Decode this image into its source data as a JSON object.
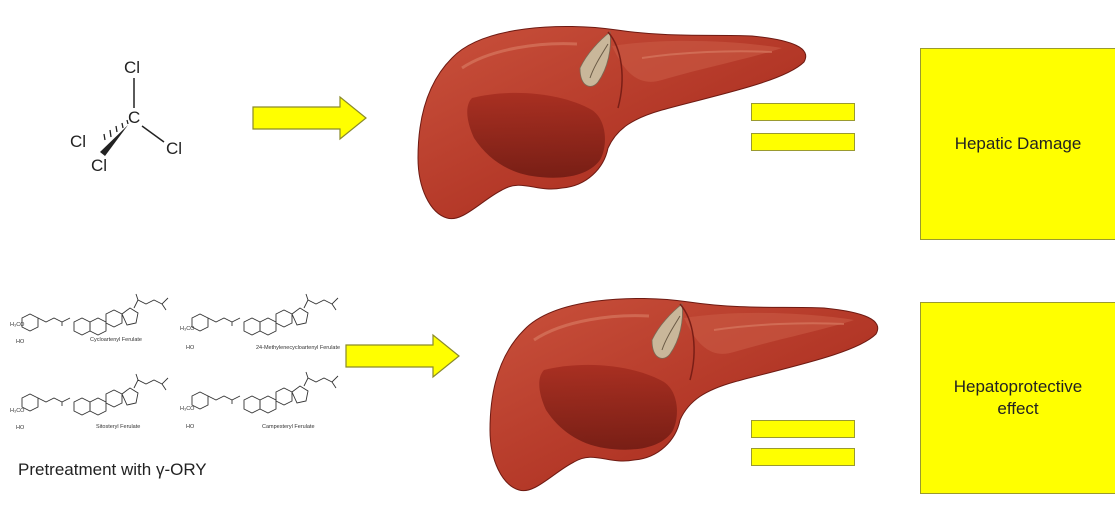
{
  "ccl4": {
    "atom_c": "C",
    "atom_cl_top": "Cl",
    "atom_cl_left": "Cl",
    "atom_cl_right": "Cl",
    "atom_cl_bottom": "Cl"
  },
  "structures": {
    "cycloartenyl": {
      "name": "Cycloartenyl Ferulate",
      "h3co": "H₃CO",
      "ho": "HO"
    },
    "methylene": {
      "name": "24-Methylenecycloartenyl Ferulate",
      "h3co": "H₃CO",
      "ho": "HO"
    },
    "sitosteryl": {
      "name": "Sitosteryl Ferulate",
      "h3co": "H₃CO",
      "ho": "HO"
    },
    "campesteryl": {
      "name": "Campesteryl Ferulate",
      "h3co": "H₃CO",
      "ho": "HO"
    }
  },
  "pretreatment_label": "Pretreatment with γ-ORY",
  "results": {
    "top": "Hepatic Damage",
    "bottom_line1": "Hepatoprotective",
    "bottom_line2": "effect"
  },
  "colors": {
    "arrow_fill": "#ffff00",
    "arrow_stroke": "#8a8a2a",
    "liver_main": "#b53a2a",
    "liver_dark": "#7a1e16"
  }
}
